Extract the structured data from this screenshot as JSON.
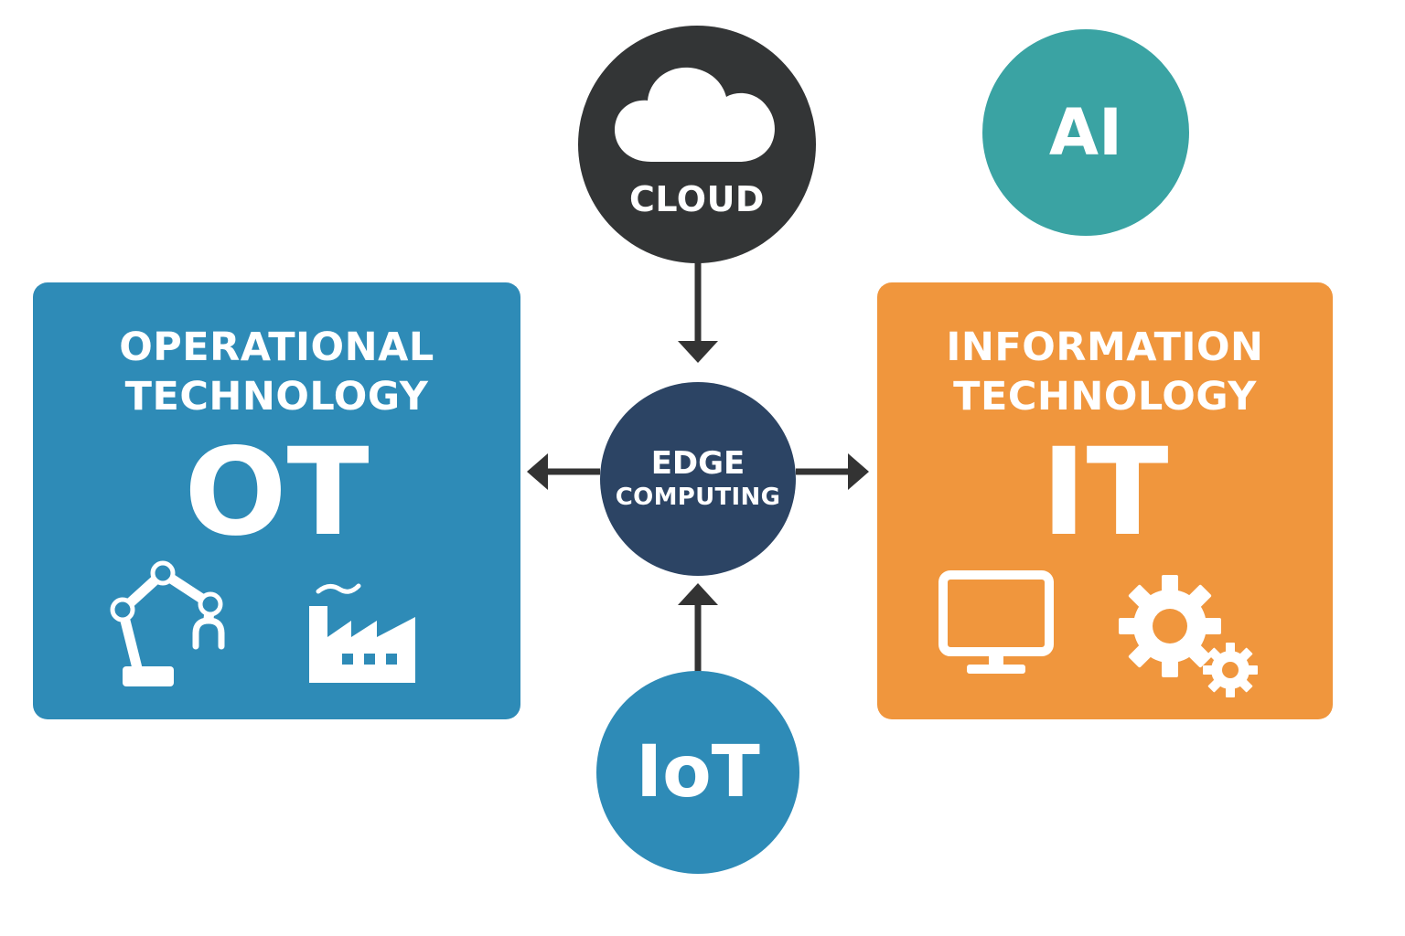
{
  "colors": {
    "ot_blue": "#2e8bb7",
    "it_orange": "#f0963d",
    "cloud_dark": "#333536",
    "ai_teal": "#3aa3a3",
    "edge_navy": "#2c4464",
    "iot_blue": "#2e8bb7",
    "arrow": "#333333",
    "text": "#ffffff"
  },
  "nodes": {
    "cloud": {
      "label": "CLOUD",
      "icon": "cloud-icon"
    },
    "ai": {
      "label": "AI"
    },
    "edge": {
      "line1": "EDGE",
      "line2": "COMPUTING"
    },
    "iot": {
      "label": "IoT"
    },
    "ot": {
      "title_line1": "OPERATIONAL",
      "title_line2": "TECHNOLOGY",
      "abbr": "OT",
      "icons": [
        "robot-arm-icon",
        "factory-icon"
      ]
    },
    "it": {
      "title_line1": "INFORMATION",
      "title_line2": "TECHNOLOGY",
      "abbr": "IT",
      "icons": [
        "monitor-icon",
        "gears-icon"
      ]
    }
  },
  "edges": [
    {
      "from": "cloud",
      "to": "edge"
    },
    {
      "from": "iot",
      "to": "edge"
    },
    {
      "from": "edge",
      "to": "ot"
    },
    {
      "from": "edge",
      "to": "it"
    }
  ]
}
